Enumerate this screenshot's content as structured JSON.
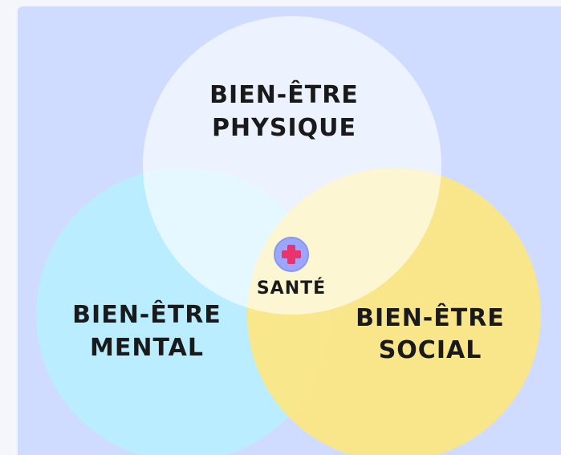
{
  "diagram": {
    "circles": [
      {
        "id": "physique",
        "line1": "BIEN-ÊTRE",
        "line2": "PHYSIQUE",
        "color": "#ffffff"
      },
      {
        "id": "mental",
        "line1": "BIEN-ÊTRE",
        "line2": "MENTAL",
        "color": "#b8eeff"
      },
      {
        "id": "social",
        "line1": "BIEN-ÊTRE",
        "line2": "SOCIAL",
        "color": "#fde681"
      }
    ],
    "center": {
      "label": "SANTÉ",
      "icon": "medical-cross-icon",
      "icon_color": "#e8336d",
      "badge_color": "#9aa6ff"
    },
    "background_color": "#cfdcff"
  }
}
